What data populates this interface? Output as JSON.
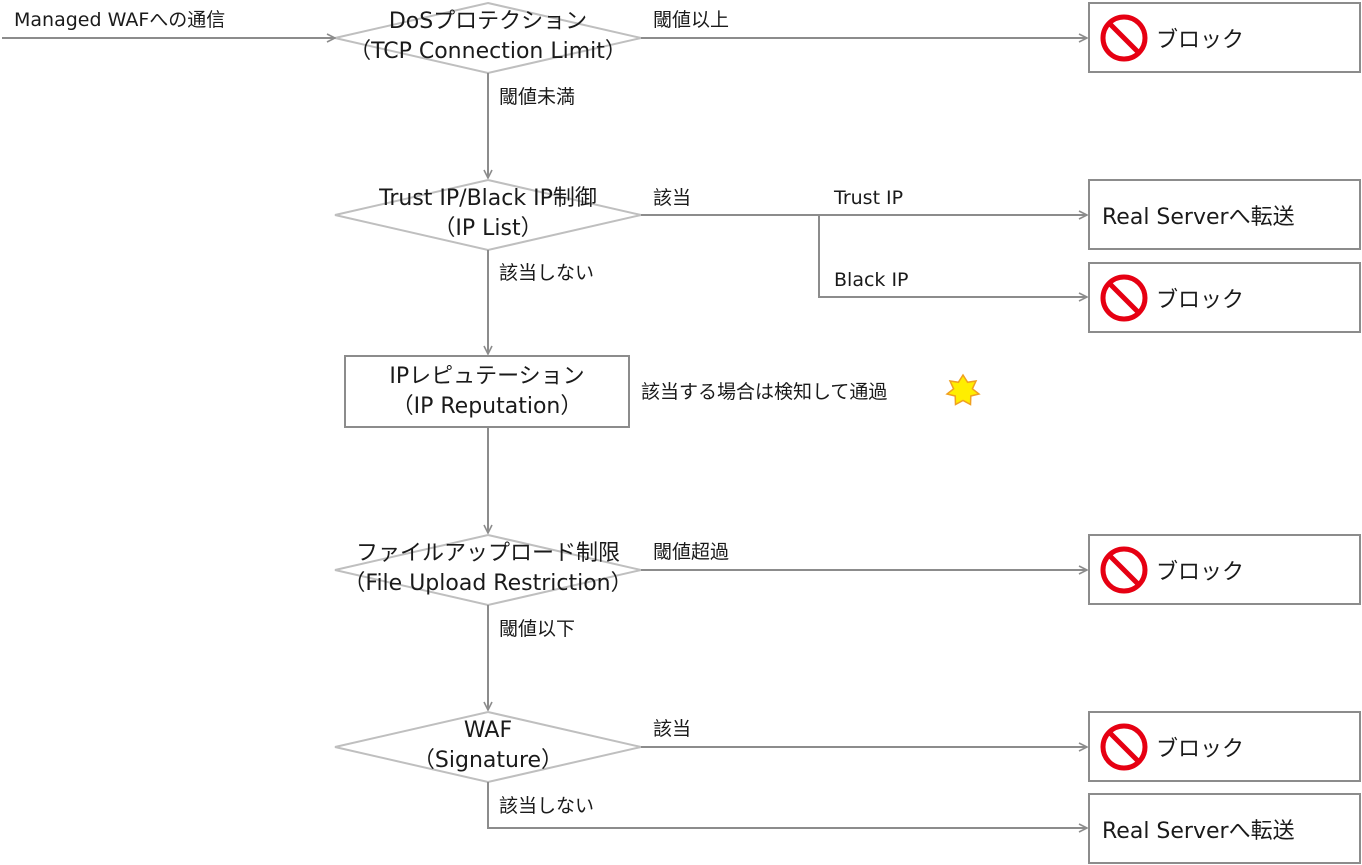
{
  "entry_label": "Managed WAFへの通信",
  "steps": {
    "dos": {
      "line1": "DoSプロテクション",
      "line2": "（TCP Connection Limit）"
    },
    "iplist": {
      "line1": "Trust IP/Black IP制御",
      "line2": "（IP List）"
    },
    "reputation": {
      "line1": "IPレピュテーション",
      "line2": "（IP Reputation）",
      "note": "該当する場合は検知して通過"
    },
    "upload": {
      "line1": "ファイルアップロード制限",
      "line2": "（File Upload Restriction）"
    },
    "waf": {
      "line1": "WAF",
      "line2": "（Signature）"
    }
  },
  "edges": {
    "dos_above": "閾値以上",
    "dos_below": "閾値未満",
    "iplist_match": "該当",
    "iplist_trust": "Trust IP",
    "iplist_black": "Black IP",
    "iplist_nomatch": "該当しない",
    "upload_over": "閾値超過",
    "upload_under": "閾値以下",
    "waf_match": "該当",
    "waf_nomatch": "該当しない"
  },
  "outcomes": {
    "block": "ブロック",
    "forward": "Real Serverへ転送"
  },
  "icons": {
    "block": "no-entry-icon",
    "detect": "star-burst-icon"
  },
  "colors": {
    "line": "#8c8c8c",
    "diamond": "#bfbfbf",
    "block_red": "#e60012",
    "star_fill": "#ffee00",
    "star_stroke": "#f0a020"
  }
}
